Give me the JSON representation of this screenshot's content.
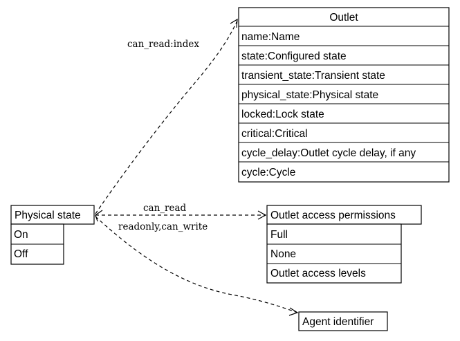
{
  "outlet": {
    "title": "Outlet",
    "fields": [
      "name:Name",
      "state:Configured state",
      "transient_state:Transient state",
      "physical_state:Physical state",
      "locked:Lock state",
      "critical:Critical",
      "cycle_delay:Outlet cycle delay, if any",
      "cycle:Cycle"
    ]
  },
  "physical_state": {
    "title": "Physical state",
    "values": [
      "On",
      "Off"
    ]
  },
  "access_permissions": {
    "title": "Outlet access permissions",
    "values": [
      "Full",
      "None",
      "Outlet access levels"
    ]
  },
  "agent_identifier": {
    "title": "Agent identifier"
  },
  "edges": {
    "to_outlet": "can_read:index",
    "to_permissions": "can_read",
    "to_agent": "readonly,can_write"
  }
}
